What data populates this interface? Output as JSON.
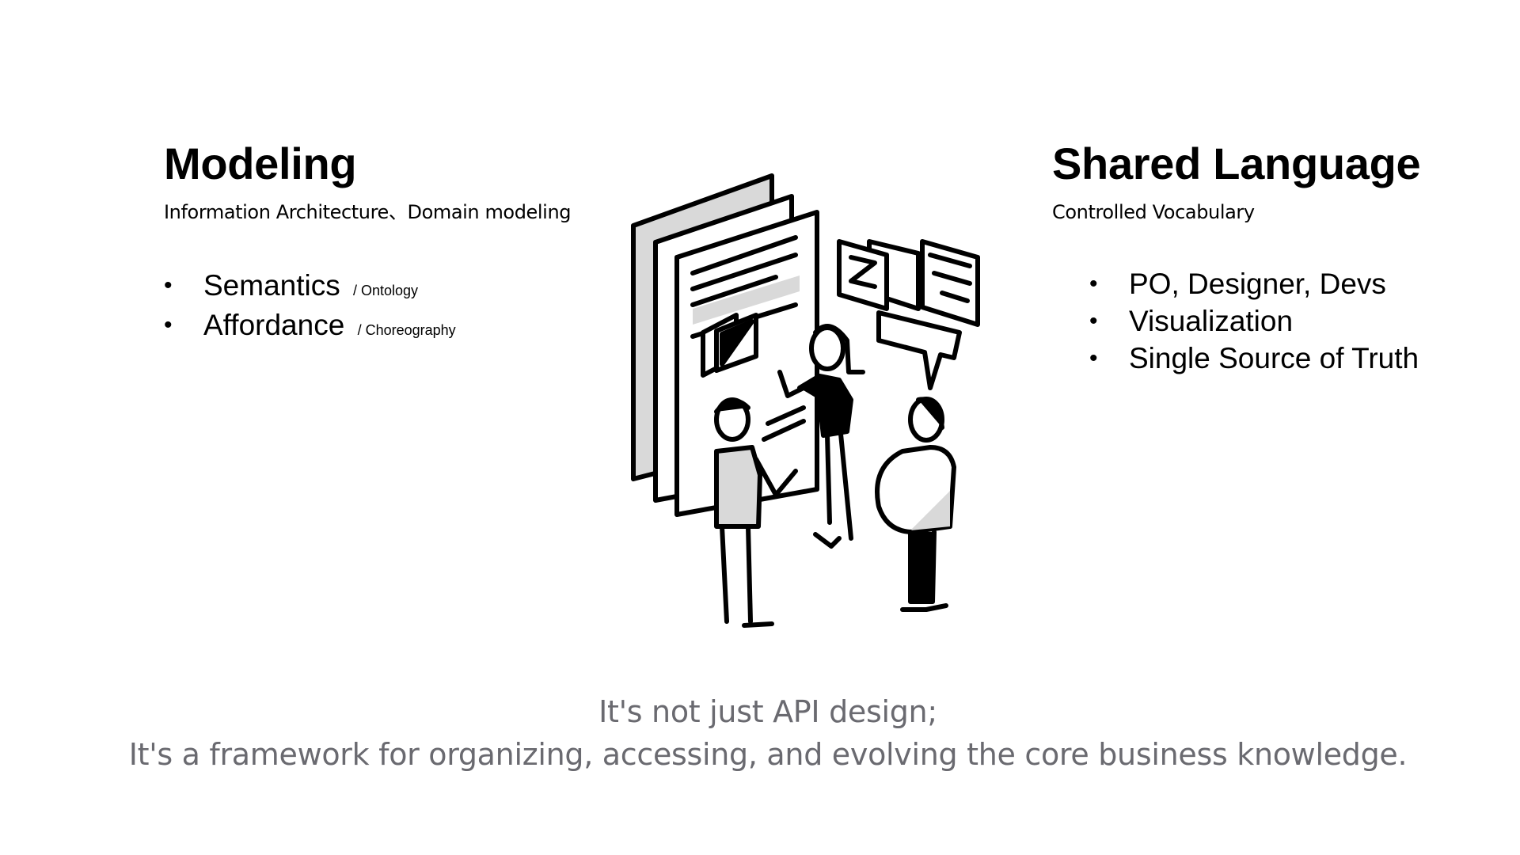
{
  "left": {
    "title": "Modeling",
    "subtitle": "Information Architecture、Domain modeling",
    "bullets": [
      {
        "label": "Semantics",
        "note": "/ Ontology"
      },
      {
        "label": "Affordance",
        "note": "/ Choreography"
      }
    ]
  },
  "right": {
    "title": "Shared Language",
    "subtitle": "Controlled Vocabulary",
    "bullets": [
      {
        "label": "PO, Designer, Devs"
      },
      {
        "label": "Visualization"
      },
      {
        "label": "Single Source of Truth"
      }
    ]
  },
  "bullet_glyph": "•",
  "footer": {
    "line1": "It's not just API design;",
    "line2": "It's a framework for organizing, accessing, and evolving the core business knowledge."
  },
  "colors": {
    "footer_text": "#6a6a70",
    "fill_gray": "#d9d9d9"
  }
}
